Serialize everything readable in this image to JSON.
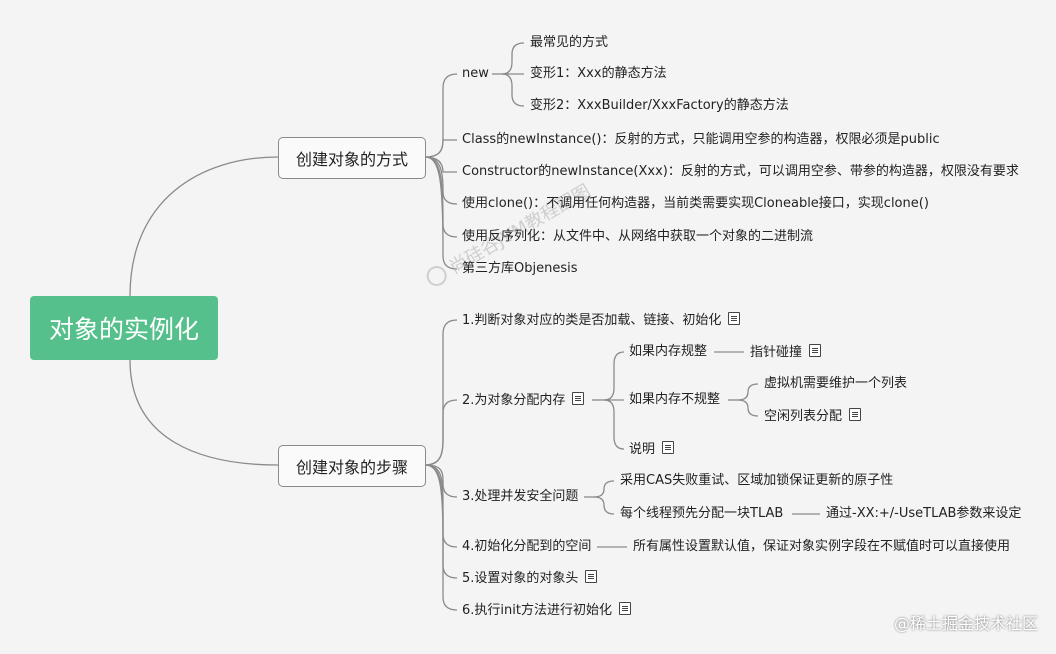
{
  "root": "对象的实例化",
  "branch1": {
    "label": "创建对象的方式",
    "new_label": "new",
    "new_children": [
      "最常见的方式",
      "变形1：Xxx的静态方法",
      "变形2：XxxBuilder/XxxFactory的静态方法"
    ],
    "items": [
      "Class的newInstance()：反射的方式，只能调用空参的构造器，权限必须是public",
      "Constructor的newInstance(Xxx)：反射的方式，可以调用空参、带参的构造器，权限没有要求",
      "使用clone()：不调用任何构造器，当前类需要实现Cloneable接口，实现clone()",
      "使用反序列化：从文件中、从网络中获取一个对象的二进制流",
      "第三方库Objenesis"
    ]
  },
  "branch2": {
    "label": "创建对象的步骤",
    "step1": "1.判断对象对应的类是否加载、链接、初始化",
    "step2": "2.为对象分配内存",
    "step2_regular": "如果内存规整",
    "step2_regular_child": "指针碰撞",
    "step2_irregular": "如果内存不规整",
    "step2_irregular_children": [
      "虚拟机需要维护一个列表",
      "空闲列表分配"
    ],
    "step2_note": "说明",
    "step3": "3.处理并发安全问题",
    "step3_children": [
      "采用CAS失败重试、区域加锁保证更新的原子性",
      "每个线程预先分配一块TLAB"
    ],
    "step3_tlab_child": "通过-XX:+/-UseTLAB参数来设定",
    "step4": "4.初始化分配到的空间",
    "step4_child": "所有属性设置默认值，保证对象实例字段在不赋值时可以直接使用",
    "step5": "5.设置对象的对象头",
    "step6": "6.执行init方法进行初始化"
  },
  "watermark": "尚硅谷JVM教程配图",
  "corner_watermark": "@稀土掘金技术社区",
  "colors": {
    "root_bg": "#55c08c",
    "line": "#8a8a8a"
  }
}
